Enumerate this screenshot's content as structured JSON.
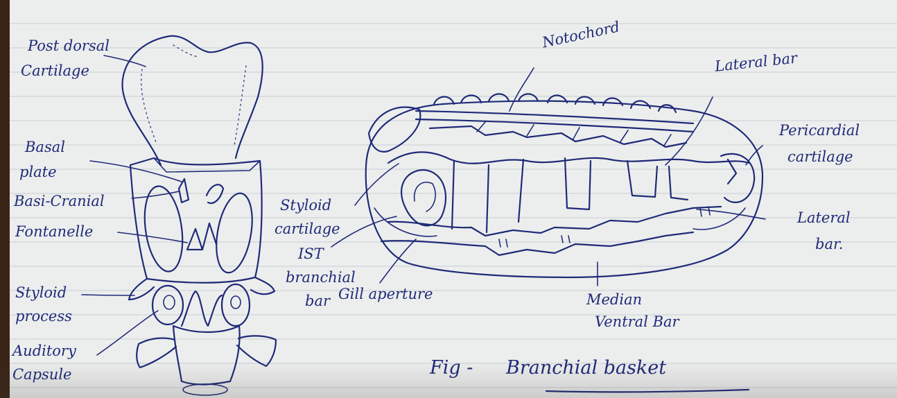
{
  "labels": {
    "post_dorsal_1": "Post dorsal",
    "post_dorsal_2": "Cartilage",
    "basal_plate_1": "Basal",
    "basal_plate_2": "plate",
    "basi_cranial": "Basi-Cranial",
    "fontanelle": "Fontanelle",
    "styloid_process_1": "Styloid",
    "styloid_process_2": "process",
    "auditory_capsule_1": "Auditory",
    "auditory_capsule_2": "Capsule",
    "notochord": "Notochord",
    "lateral_bar_top": "Lateral bar",
    "pericardial_1": "Pericardial",
    "pericardial_2": "cartilage",
    "lateral_bar_right_1": "Lateral",
    "lateral_bar_right_2": "bar.",
    "styloid_cartilage_1": "Styloid",
    "styloid_cartilage_2": "cartilage",
    "first_branchial_1": "IST",
    "first_branchial_2": "branchial",
    "first_branchial_3": "bar",
    "gill_aperture": "Gill aperture",
    "median_ventral_1": "Median",
    "median_ventral_2": "Ventral Bar",
    "fig_prefix": "Fig -",
    "fig_title": "Branchial basket"
  },
  "colors": {
    "ink": "#1f2a78",
    "paper": "#eceeed",
    "rule_line": "#c9ced4",
    "binding": "#3a2418"
  }
}
